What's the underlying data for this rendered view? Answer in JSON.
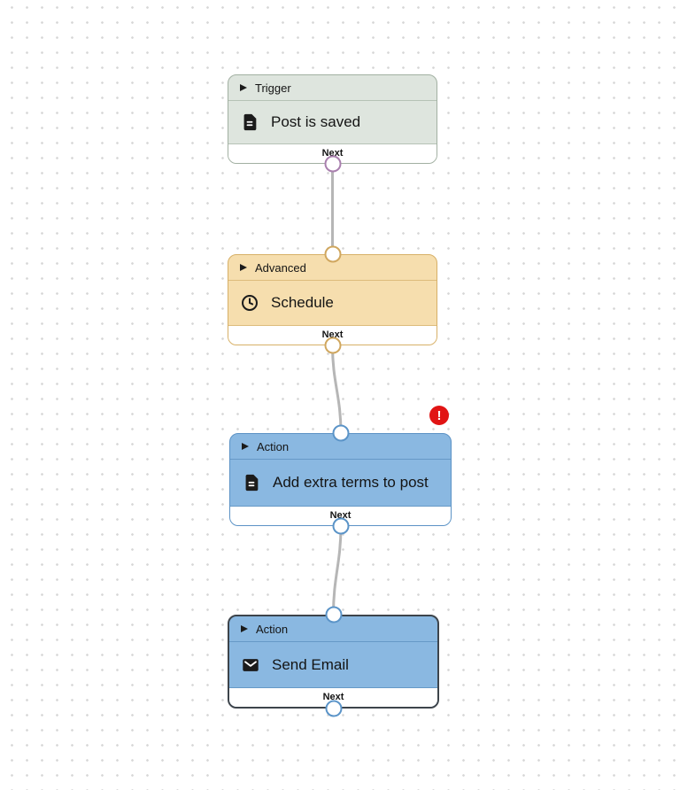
{
  "canvas": {
    "background": "#ffffff",
    "dot_color": "#d7d7d7"
  },
  "nodes": [
    {
      "category": "Trigger",
      "title": "Post is saved",
      "footer_label": "Next",
      "icon": "file-text-icon",
      "colors": {
        "background": "#dee5de",
        "border": "#a2b0a2",
        "output_port": "#a97fae"
      }
    },
    {
      "category": "Advanced",
      "title": "Schedule",
      "footer_label": "Next",
      "icon": "clock-icon",
      "colors": {
        "background": "#f6deae",
        "border": "#d7b067",
        "input_port": "#d0a75f",
        "output_port": "#d0a75f"
      }
    },
    {
      "category": "Action",
      "title": "Add extra terms to post",
      "footer_label": "Next",
      "icon": "file-text-icon",
      "colors": {
        "background": "#8ab8e1",
        "border": "#5b92c5",
        "input_port": "#5b94c8",
        "output_port": "#5b94c8"
      },
      "error_badge": {
        "symbol": "!",
        "color": "#e11414"
      }
    },
    {
      "category": "Action",
      "title": "Send Email",
      "footer_label": "Next",
      "icon": "mail-icon",
      "selected": true,
      "colors": {
        "background": "#8ab8e1",
        "border": "#3d444b",
        "input_port": "#5b94c8",
        "output_port": "#5b94c8"
      }
    }
  ],
  "edges": [
    {
      "from": "Post is saved",
      "to": "Schedule"
    },
    {
      "from": "Schedule",
      "to": "Add extra terms to post"
    },
    {
      "from": "Add extra terms to post",
      "to": "Send Email"
    }
  ]
}
